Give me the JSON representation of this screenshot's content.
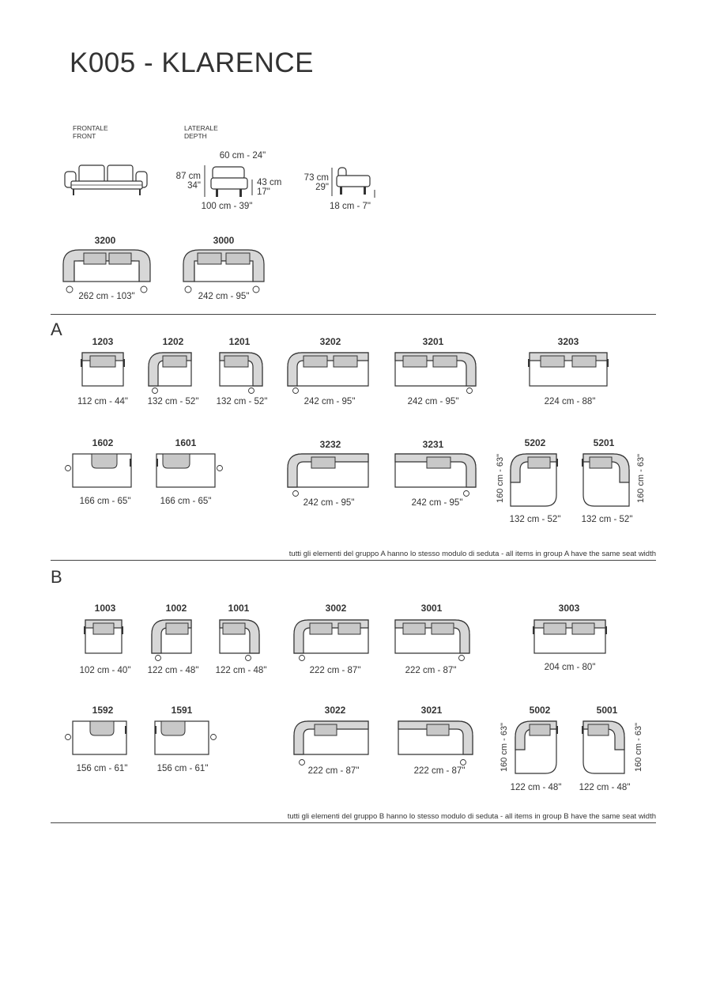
{
  "title": "K005 - KLARENCE",
  "views": {
    "front_it": "FRONTALE",
    "front_en": "FRONT",
    "side_it": "LATERALE",
    "side_en": "DEPTH"
  },
  "side_dims": {
    "seat_depth": "60 cm - 24\"",
    "height_cm": "87 cm",
    "height_in": "34\"",
    "seat_h_cm": "43 cm",
    "seat_h_in": "17\"",
    "depth": "100 cm - 39\"",
    "low_h_cm": "73 cm",
    "low_h_in": "29\"",
    "leg": "18 cm - 7\""
  },
  "top_units": [
    {
      "code": "3200",
      "dim": "262 cm - 103\""
    },
    {
      "code": "3000",
      "dim": "242 cm - 95\""
    }
  ],
  "group_a": {
    "letter": "A",
    "row1": [
      {
        "code": "1203",
        "dim": "112 cm - 44\""
      },
      {
        "code": "1202",
        "dim": "132 cm - 52\""
      },
      {
        "code": "1201",
        "dim": "132 cm - 52\""
      },
      {
        "code": "3202",
        "dim": "242 cm - 95\""
      },
      {
        "code": "3201",
        "dim": "242 cm - 95\""
      },
      {
        "code": "3203",
        "dim": "224 cm - 88\""
      }
    ],
    "row2": [
      {
        "code": "1602",
        "dim": "166 cm - 65\""
      },
      {
        "code": "1601",
        "dim": "166 cm - 65\""
      },
      {
        "code": "3232",
        "dim": "242 cm - 95\""
      },
      {
        "code": "3231",
        "dim": "242 cm - 95\""
      },
      {
        "code": "5202",
        "dim": "132 cm - 52\"",
        "vdim": "160 cm - 63\""
      },
      {
        "code": "5201",
        "dim": "132 cm - 52\"",
        "vdim": "160 cm - 63\""
      }
    ],
    "note": "tutti gli elementi  del gruppo A hanno lo stesso modulo di  seduta  -  all items in group A have the same seat width"
  },
  "group_b": {
    "letter": "B",
    "row1": [
      {
        "code": "1003",
        "dim": "102 cm - 40\""
      },
      {
        "code": "1002",
        "dim": "122 cm - 48\""
      },
      {
        "code": "1001",
        "dim": "122 cm - 48\""
      },
      {
        "code": "3002",
        "dim": "222 cm - 87\""
      },
      {
        "code": "3001",
        "dim": "222 cm - 87\""
      },
      {
        "code": "3003",
        "dim": "204 cm - 80\""
      }
    ],
    "row2": [
      {
        "code": "1592",
        "dim": "156 cm - 61\""
      },
      {
        "code": "1591",
        "dim": "156 cm - 61\""
      },
      {
        "code": "3022",
        "dim": "222 cm - 87\""
      },
      {
        "code": "3021",
        "dim": "222 cm - 87\""
      },
      {
        "code": "5002",
        "dim": "122 cm - 48\"",
        "vdim": "160 cm - 63\""
      },
      {
        "code": "5001",
        "dim": "122 cm - 48\"",
        "vdim": "160 cm - 63\""
      }
    ],
    "note": "tutti gli elementi  del gruppo B hanno lo stesso modulo di  seduta  -  all items in group B have the same seat width"
  }
}
